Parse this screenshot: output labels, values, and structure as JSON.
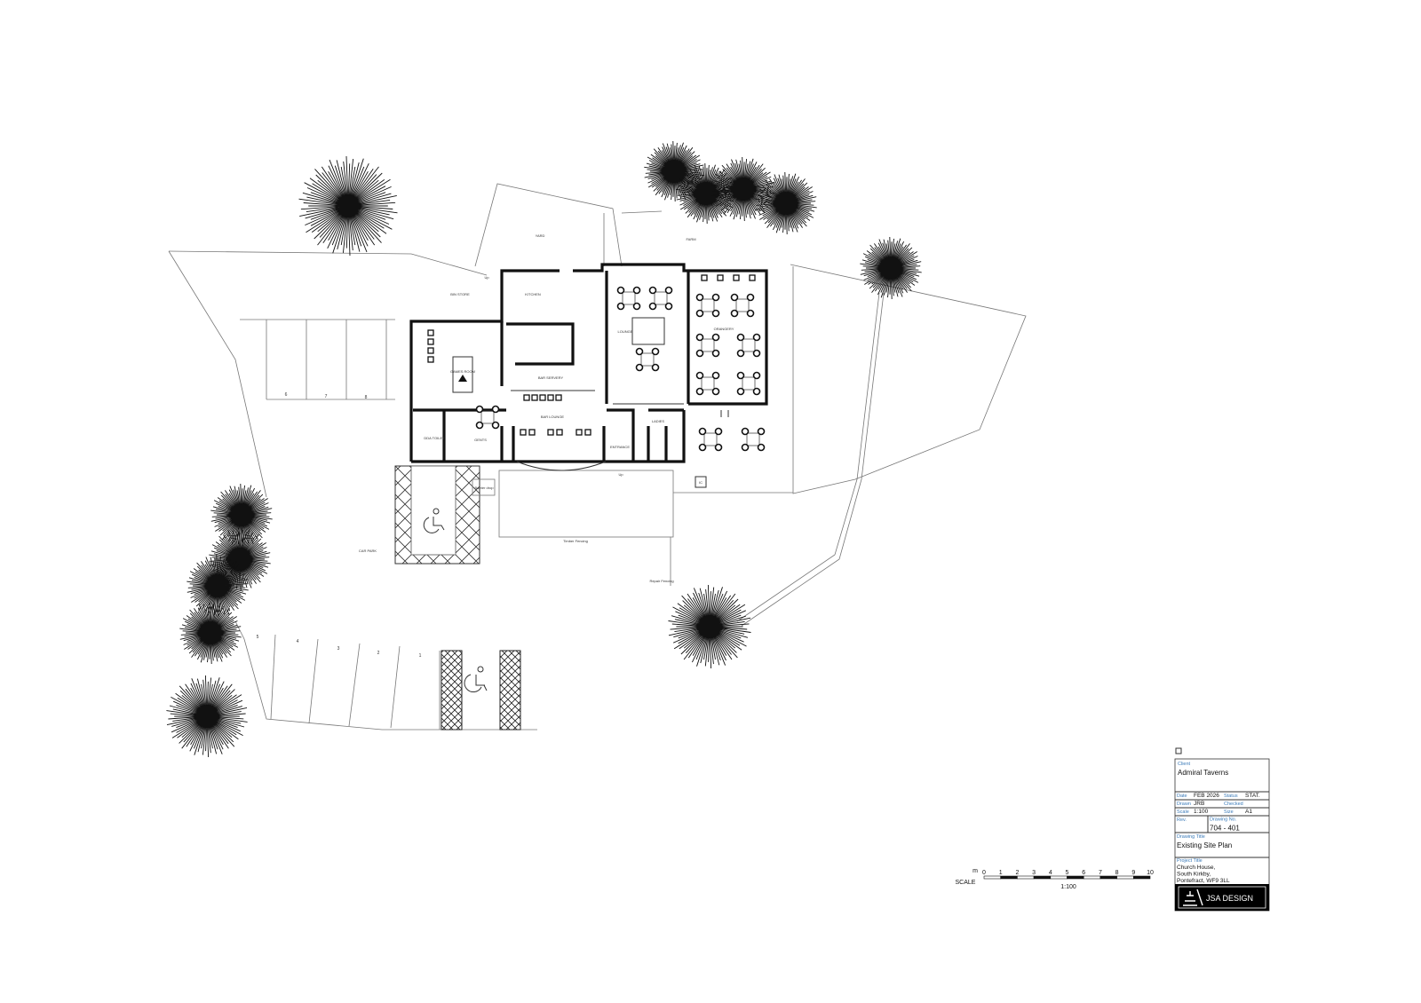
{
  "rooms": {
    "bin_store": "BIN STORE",
    "kitchen": "KITCHEN",
    "lounge": "LOUNGE",
    "orangery": "ORANGERY",
    "games_room": "GAMES ROOM",
    "bar_servery": "BAR SERVERY",
    "bar_lounge": "BAR LOUNGE",
    "dda_toilet": "DDA TOILET",
    "gents": "GENTS",
    "ladies": "LADIES",
    "entrance": "ENTRANCE"
  },
  "site": {
    "yard": "YARD",
    "farm": "FARM",
    "car_park": "CAR PARK",
    "timber_fencing": "Timber Fencing",
    "repair_fencing": "Repair Fencing",
    "barrier_drop": "Barrier drop",
    "ic": "IC",
    "up": "Up",
    "parking_top": [
      "6",
      "7",
      "8"
    ],
    "parking_bottom": [
      "5",
      "4",
      "3",
      "2",
      "1"
    ]
  },
  "scale_bar": {
    "label": "SCALE",
    "unit": "m",
    "ticks": [
      "0",
      "1",
      "2",
      "3",
      "4",
      "5",
      "6",
      "7",
      "8",
      "9",
      "10"
    ],
    "ratio": "1:100"
  },
  "title_block": {
    "client_caption": "Client",
    "client": "Admiral Taverns",
    "date_caption": "Date",
    "date": "FEB 2026",
    "status_caption": "Status",
    "status": "STAT.",
    "drawn_caption": "Drawn",
    "drawn": "JRB",
    "checked_caption": "Checked",
    "scale_caption": "Scale",
    "scale": "1:100",
    "size_caption": "Size",
    "size": "A1",
    "rev_caption": "Rev.",
    "drawing_no_caption": "Drawing No.",
    "drawing_no": "704 - 401",
    "drawing_title_caption": "Drawing Title",
    "drawing_title": "Existing Site Plan",
    "project_title_caption": "Project Title",
    "project_lines": [
      "Church House,",
      "South Kirkby,",
      "Pontefract, WF9 3LL"
    ],
    "logo_text": "JSA DESIGN"
  },
  "colors": {
    "caption": "#3a7ab8",
    "ink": "#111111"
  }
}
